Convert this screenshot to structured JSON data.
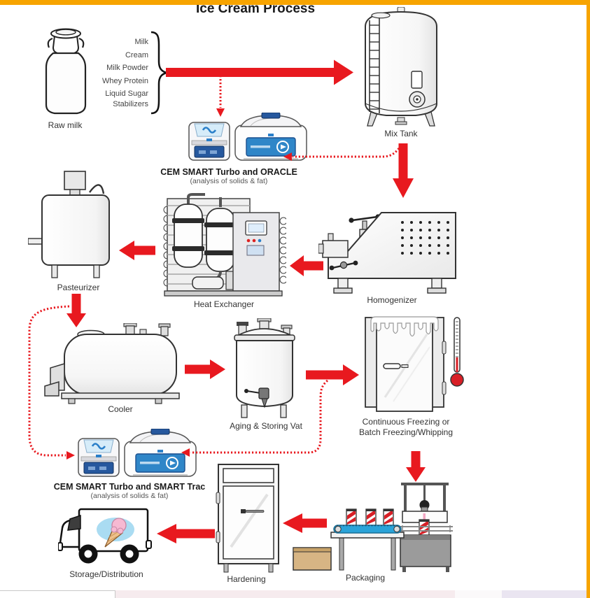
{
  "page": {
    "title": "Ice Cream Process",
    "accent_color": "#F7A400",
    "arrow_color": "#E8191F"
  },
  "ingredients": {
    "items": [
      "Milk",
      "Cream",
      "Milk Powder",
      "Whey Protein",
      "Liquid Sugar",
      "Stabilizers"
    ]
  },
  "nodes": {
    "raw_milk": {
      "label": "Raw milk",
      "icon": "milk-can-illustration"
    },
    "mix_tank": {
      "label": "Mix Tank",
      "icon": "mix-tank-illustration"
    },
    "analysis_1": {
      "label": "CEM SMART Turbo and ORACLE",
      "sublabel": "(analysis of solids & fat)",
      "icon": "cem-analyzers-illustration"
    },
    "homogenizer": {
      "label": "Homogenizer",
      "icon": "homogenizer-illustration"
    },
    "heat_exchanger": {
      "label": "Heat Exchanger",
      "icon": "heat-exchanger-illustration"
    },
    "pasteurizer": {
      "label": "Pasteurizer",
      "icon": "pasteurizer-illustration"
    },
    "cooler": {
      "label": "Cooler",
      "icon": "cooler-illustration"
    },
    "aging_vat": {
      "label": "Aging & Storing Vat",
      "icon": "aging-vat-illustration"
    },
    "freezing": {
      "label_line1": "Continuous Freezing or",
      "label_line2": "Batch Freezing/Whipping",
      "icon": "freezer-door-illustration"
    },
    "analysis_2": {
      "label": "CEM SMART Turbo and SMART Trac",
      "sublabel": "(analysis of solids & fat)",
      "icon": "cem-analyzers-illustration"
    },
    "packaging": {
      "label": "Packaging",
      "icon": "packaging-line-illustration"
    },
    "hardening": {
      "label": "Hardening",
      "icon": "hardening-cabinet-illustration"
    },
    "storage": {
      "label": "Storage/Distribution",
      "icon": "ice-cream-truck-illustration"
    }
  },
  "flows": {
    "main": [
      {
        "from": "Raw milk + ingredients",
        "to": "Mix Tank"
      },
      {
        "from": "Mix Tank",
        "to": "Homogenizer"
      },
      {
        "from": "Homogenizer",
        "to": "Heat Exchanger"
      },
      {
        "from": "Heat Exchanger",
        "to": "Pasteurizer"
      },
      {
        "from": "Pasteurizer",
        "to": "Cooler"
      },
      {
        "from": "Cooler",
        "to": "Aging & Storing Vat"
      },
      {
        "from": "Aging & Storing Vat",
        "to": "Continuous Freezing or Batch Freezing/Whipping"
      },
      {
        "from": "Continuous Freezing or Batch Freezing/Whipping",
        "to": "Packaging"
      },
      {
        "from": "Packaging",
        "to": "Hardening"
      },
      {
        "from": "Hardening",
        "to": "Storage/Distribution"
      }
    ],
    "analysis": [
      {
        "from": "ingredients line",
        "to": "CEM SMART Turbo and ORACLE"
      },
      {
        "from": "Mix Tank outlet",
        "to": "CEM SMART Turbo and ORACLE"
      },
      {
        "from": "Pasteurizer outlet",
        "to": "CEM SMART Turbo and SMART Trac"
      },
      {
        "from": "Aging & Storing Vat outlet",
        "to": "CEM SMART Turbo and SMART Trac"
      }
    ]
  }
}
